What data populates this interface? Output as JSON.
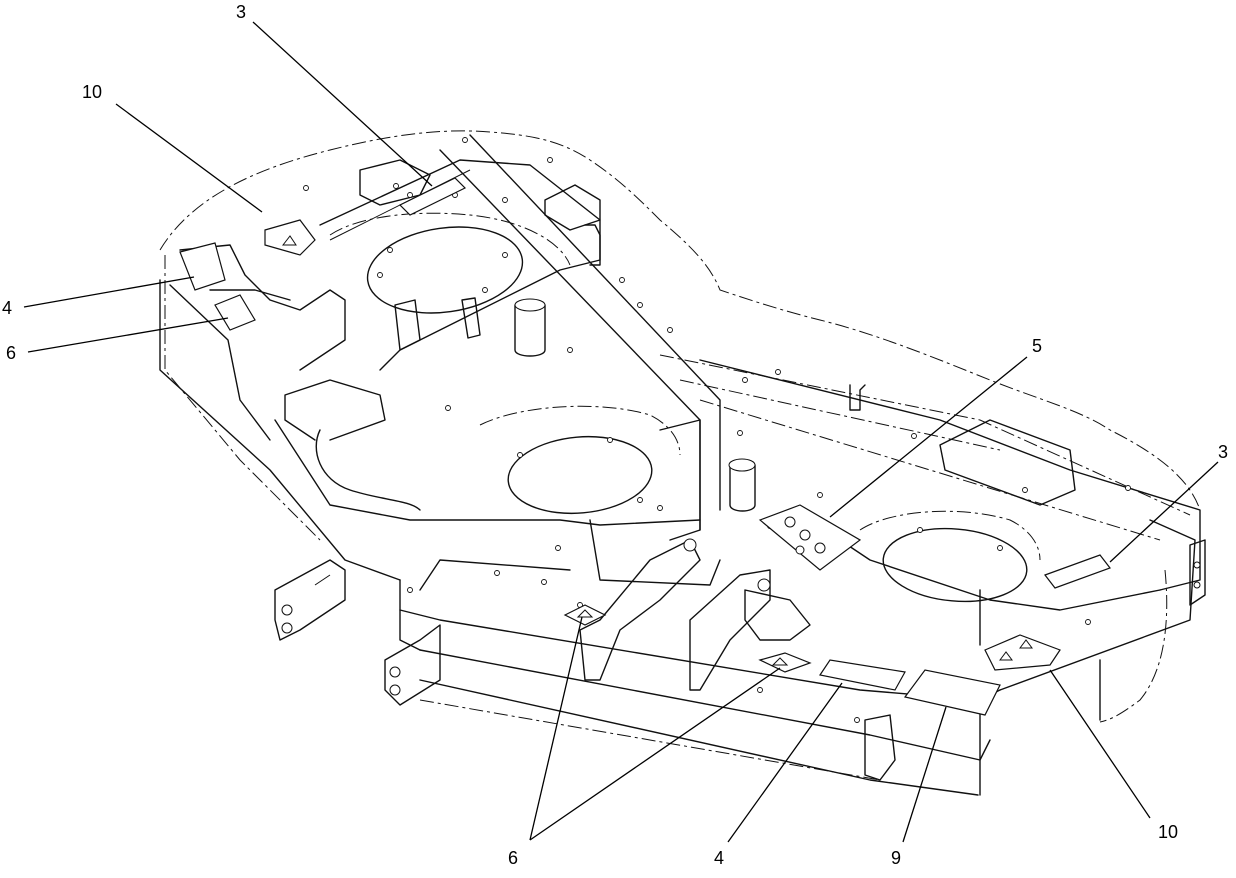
{
  "callouts": {
    "c3_top": "3",
    "c10_top": "10",
    "c4_left": "4",
    "c6_left": "6",
    "c5_mid": "5",
    "c3_right": "3",
    "c6_bottom": "6",
    "c4_bottom": "4",
    "c9_bottom": "9",
    "c10_bottom": "10"
  }
}
